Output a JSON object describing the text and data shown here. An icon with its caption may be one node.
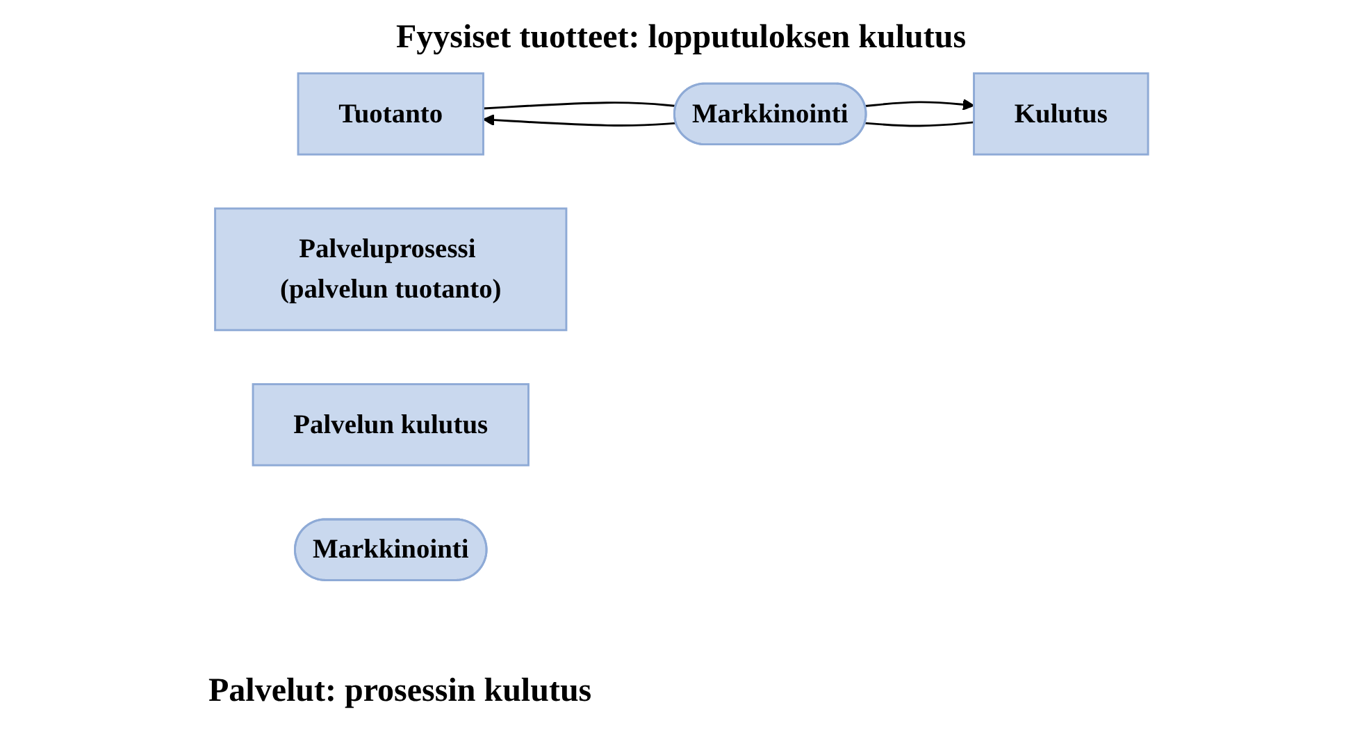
{
  "diagram": {
    "title": "Fyysiset tuotteet: lopputuloksen kulutus",
    "nodes": [
      {
        "text": [
          "Tuotanto"
        ]
      },
      {
        "text": [
          "Markkinointi"
        ]
      },
      {
        "text": [
          "Kulutus"
        ]
      },
      {
        "text": [
          "Palveluprosessi (palvelun tuotanto)"
        ]
      },
      {
        "text": [
          "Palvelun kulutus"
        ]
      },
      {
        "text": [
          "Markkinointi"
        ]
      }
    ],
    "edges": [
      {
        "from": 0,
        "to": 1,
        "arrow": "none"
      },
      {
        "from": 1,
        "to": 2,
        "arrow": "to"
      },
      {
        "from": 2,
        "to": 1,
        "arrow": "none"
      },
      {
        "from": 1,
        "to": 0,
        "arrow": "to"
      }
    ],
    "labels": [
      "Palvelut: prosessin kulutus"
    ]
  }
}
